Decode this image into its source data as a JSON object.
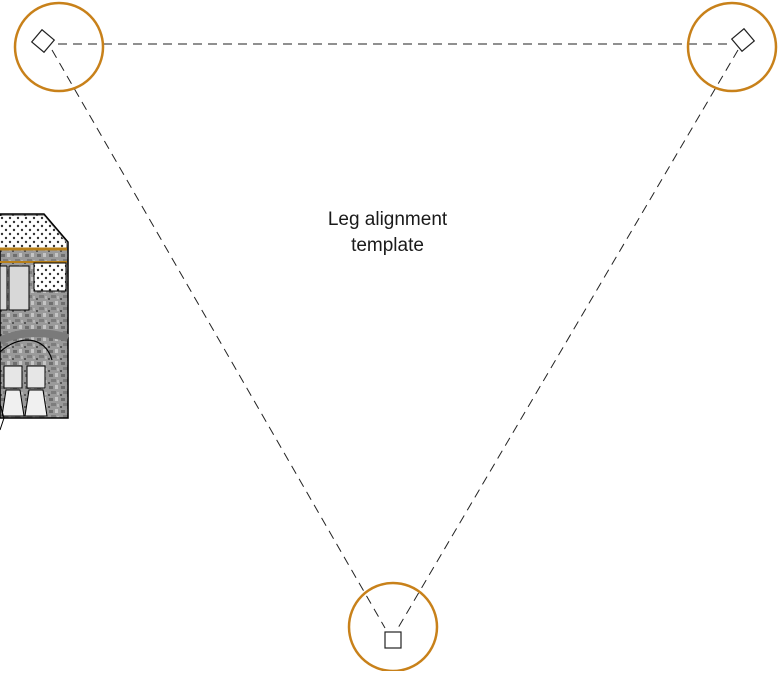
{
  "template": {
    "label_line1": "Leg alignment",
    "label_line2": "template"
  },
  "colors": {
    "circle": "#c8811a",
    "dashed_line": "#222222",
    "marker": "#222222",
    "lander_accent": "#b8801a"
  },
  "icons": {
    "leg_marker": "square-outline",
    "lander": "lander-illustration"
  }
}
